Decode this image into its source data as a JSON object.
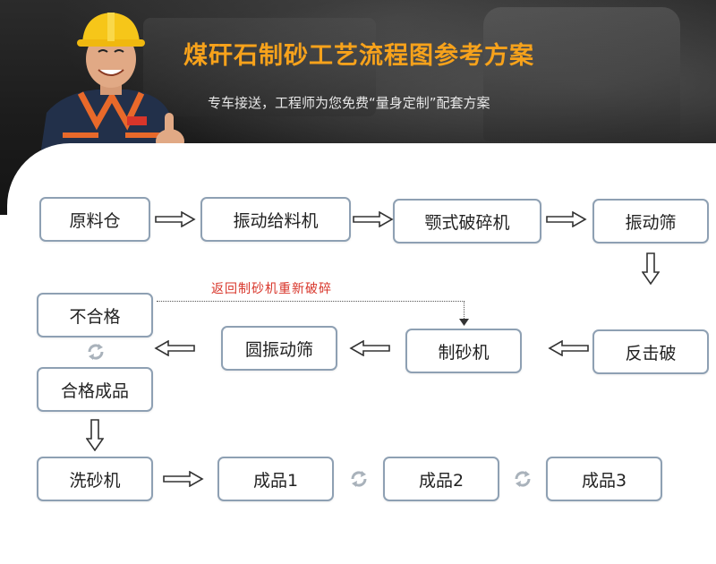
{
  "header": {
    "title": "煤矸石制砂工艺流程图参考方案",
    "subtitle": "专车接送，工程师为您免费“量身定制”配套方案"
  },
  "colors": {
    "title": "#f7a21b",
    "box_border": "#8ea0b3",
    "return_label": "#d8352a",
    "arrow": "#333333",
    "cycle_icon": "#a9b2bb"
  },
  "flow": {
    "nodes": {
      "raw_bin": "原料仓",
      "vibrating_feeder": "振动给料机",
      "jaw_crusher": "颚式破碎机",
      "vibrating_screen": "振动筛",
      "impact_crusher": "反击破",
      "sand_maker": "制砂机",
      "circular_screen": "圆振动筛",
      "unqualified": "不合格",
      "qualified_product": "合格成品",
      "sand_washer": "洗砂机",
      "product_1": "成品1",
      "product_2": "成品2",
      "product_3": "成品3"
    },
    "return_label": "返回制砂机重新破碎"
  }
}
